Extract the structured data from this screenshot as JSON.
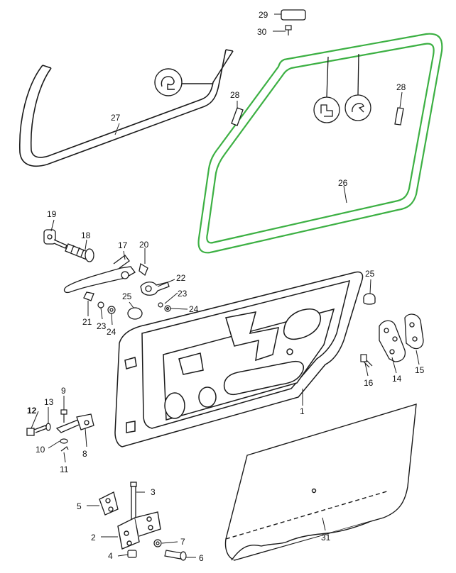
{
  "diagram": {
    "highlight_color": "#3cb043",
    "line_color": "#1a1a1a",
    "part_labels": [
      "1",
      "2",
      "3",
      "4",
      "5",
      "6",
      "7",
      "8",
      "9",
      "10",
      "11",
      "12",
      "13",
      "14",
      "15",
      "16",
      "17",
      "18",
      "19",
      "20",
      "21",
      "22",
      "23",
      "23",
      "24",
      "24",
      "25",
      "25",
      "26",
      "27",
      "28",
      "28",
      "29",
      "30",
      "31"
    ],
    "highlighted_part": "26"
  }
}
